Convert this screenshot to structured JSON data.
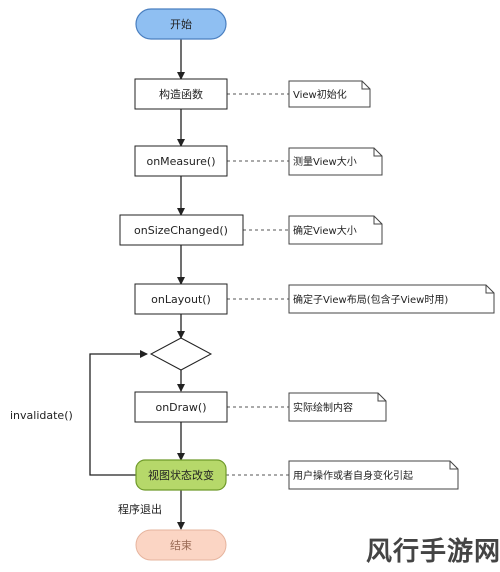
{
  "nodes": {
    "start": "开始",
    "constructor": "构造函数",
    "on_measure": "onMeasure()",
    "on_size_changed": "onSizeChanged()",
    "on_layout": "onLayout()",
    "on_draw": "onDraw()",
    "view_state_change": "视图状态改变",
    "end": "结束"
  },
  "notes": {
    "constructor": "View初始化",
    "on_measure": "测量View大小",
    "on_size_changed": "确定View大小",
    "on_layout": "确定子View布局(包含子View时用)",
    "on_draw": "实际绘制内容",
    "view_state_change": "用户操作或者自身变化引起"
  },
  "edge_labels": {
    "invalidate": "invalidate()",
    "exit": "程序退出"
  },
  "watermark": "风行手游网",
  "colors": {
    "start_fill": "#8fbff2",
    "start_stroke": "#4a7fc0",
    "state_fill": "#b6d86a",
    "state_stroke": "#6f9a2a",
    "end_fill": "#fbd5c4",
    "end_stroke": "#e6b49e",
    "line": "#222222"
  }
}
